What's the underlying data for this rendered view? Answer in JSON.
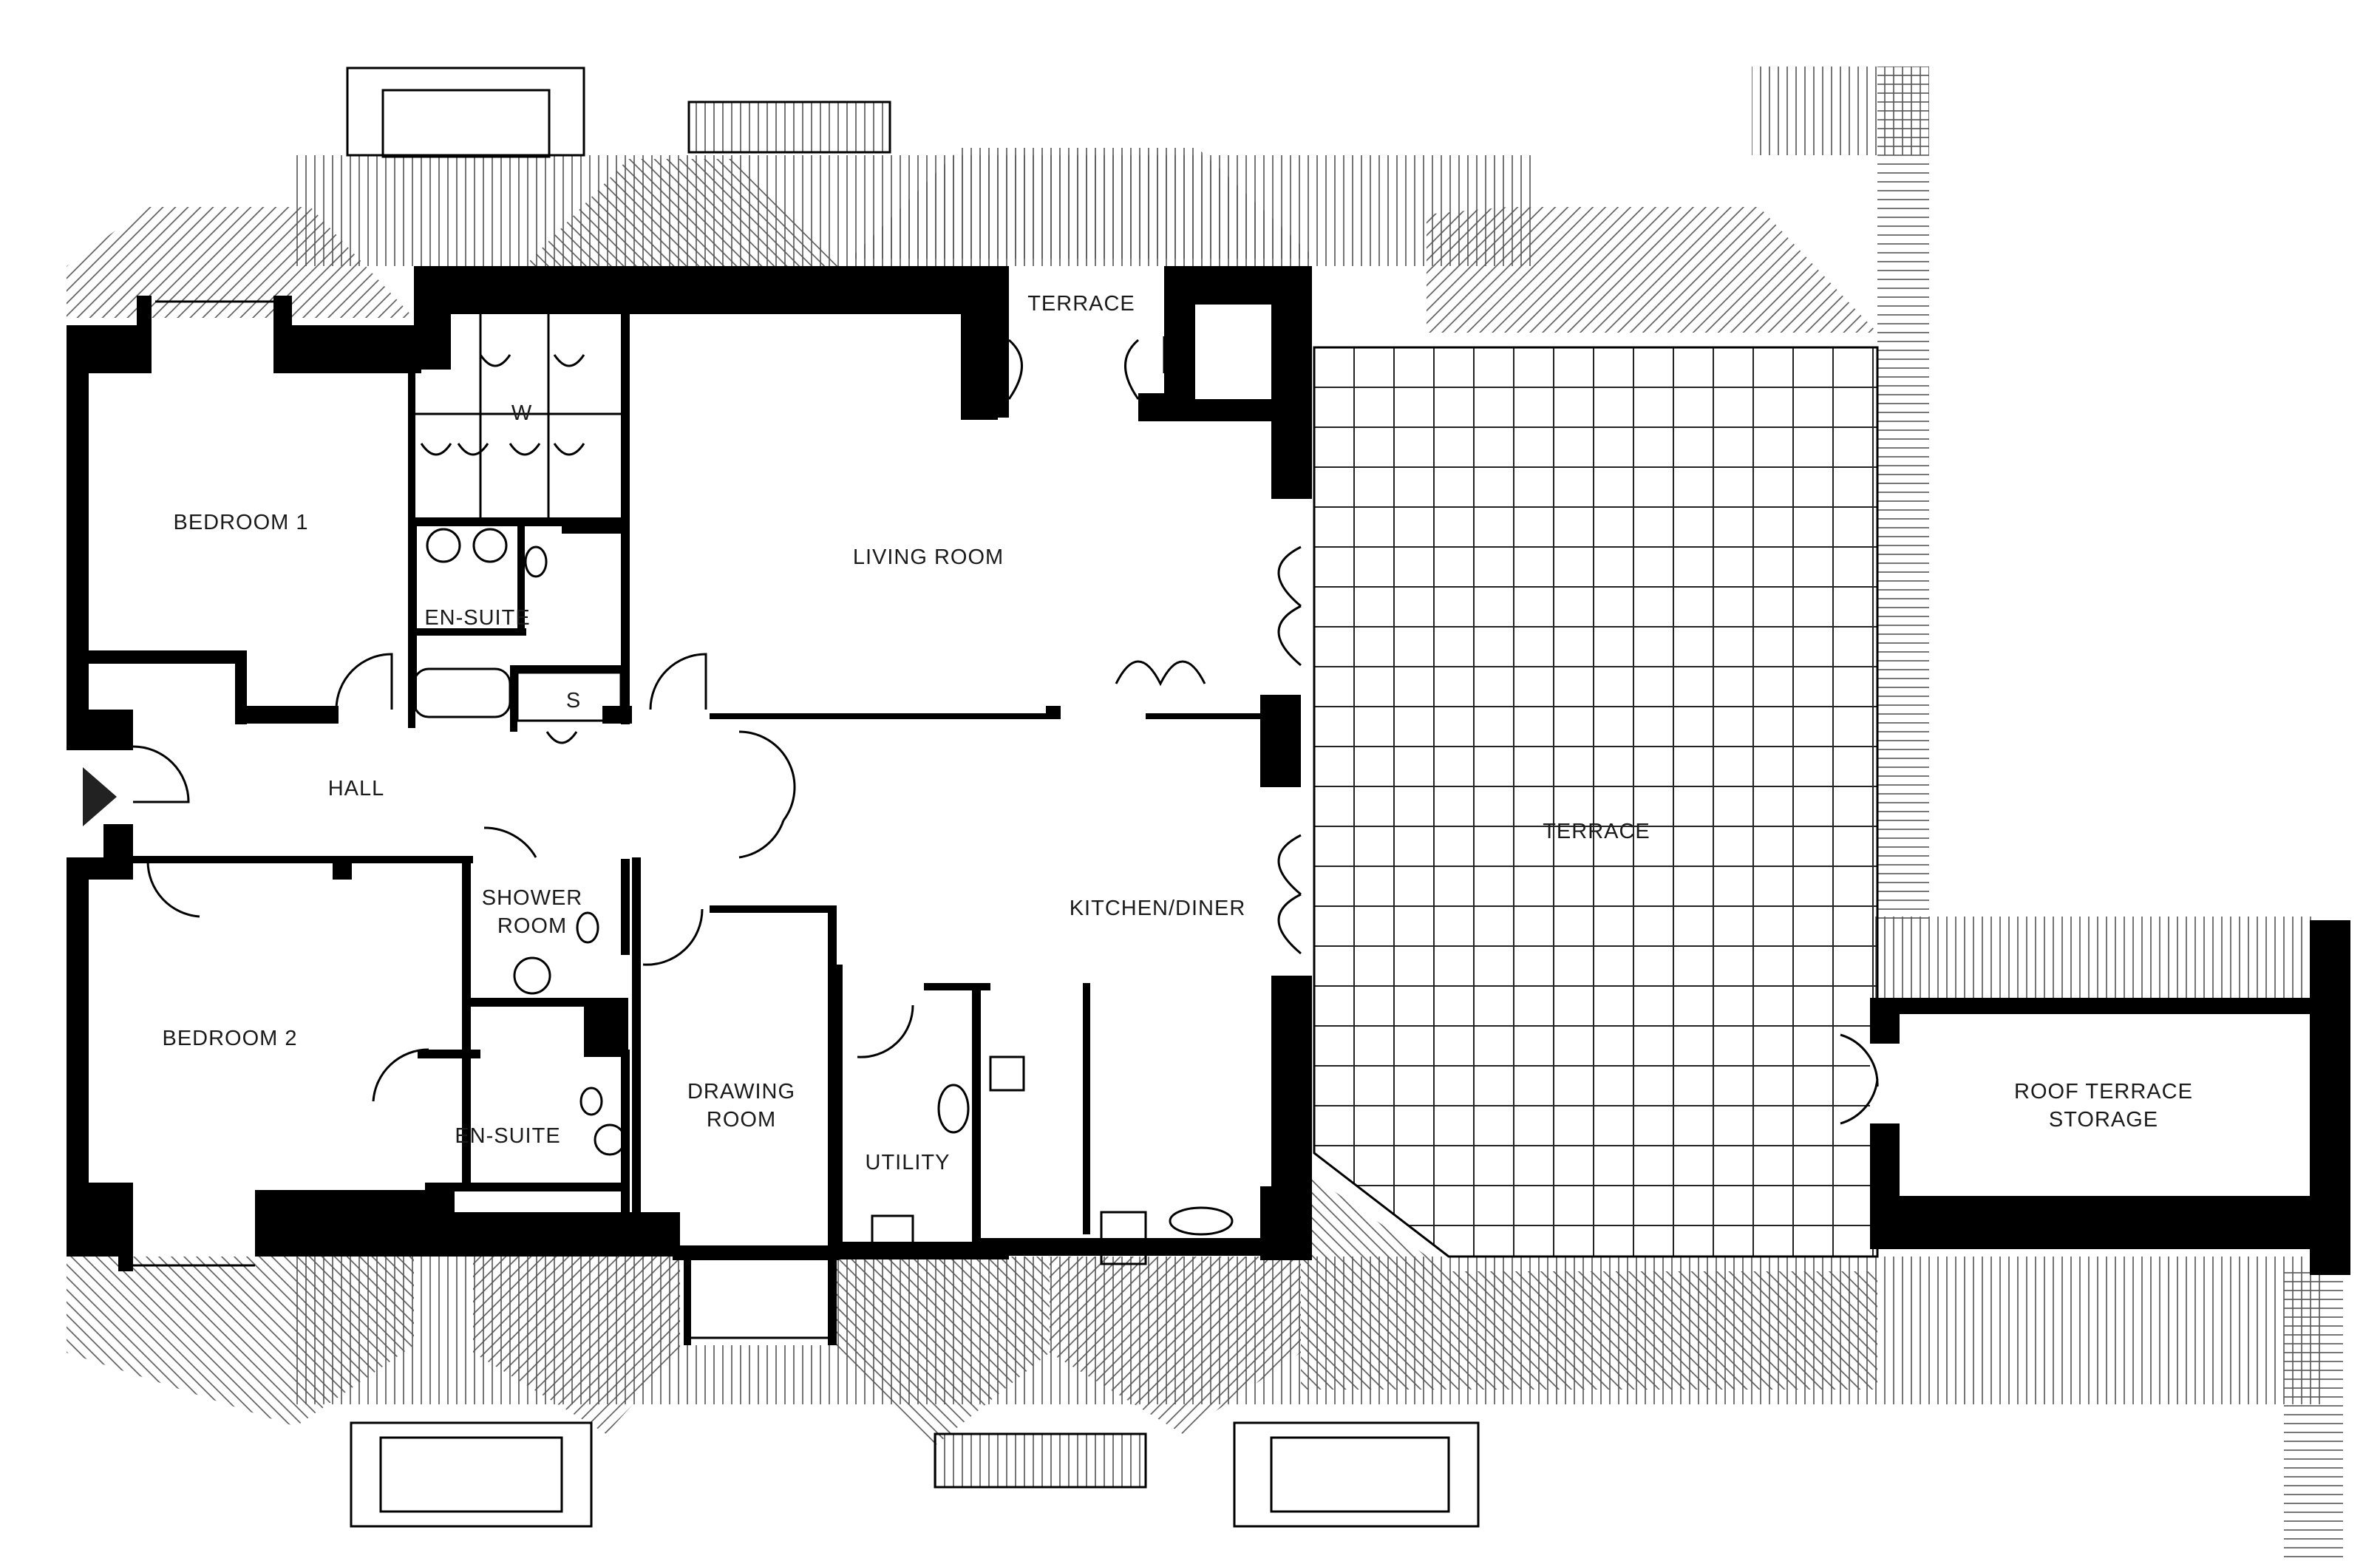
{
  "rooms": {
    "bedroom1": "BEDROOM 1",
    "wardrobe": "W",
    "ensuite1": "EN-SUITE",
    "store": "S",
    "living": "LIVING ROOM",
    "terrace_small": "TERRACE",
    "hall": "HALL",
    "shower_line1": "SHOWER",
    "shower_line2": "ROOM",
    "kitchen": "KITCHEN/DINER",
    "terrace_main": "TERRACE",
    "bedroom2": "BEDROOM 2",
    "ensuite2": "EN-SUITE",
    "drawing_line1": "DRAWING",
    "drawing_line2": "ROOM",
    "utility": "UTILITY",
    "storage_line1": "ROOF TERRACE",
    "storage_line2": "STORAGE"
  },
  "icons": {
    "entrance": "entrance-arrow-icon"
  }
}
